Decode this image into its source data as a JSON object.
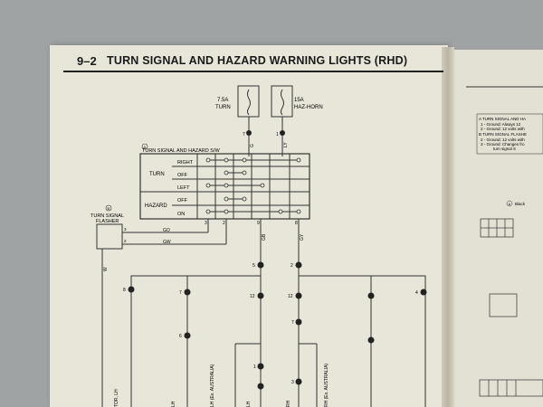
{
  "header": {
    "page_number": "9–2",
    "title": "TURN SIGNAL AND HAZARD WARNING LIGHTS (RHD)"
  },
  "fuses": [
    {
      "rating": "7.5A",
      "name": "TURN",
      "pin": "7"
    },
    {
      "rating": "15A",
      "name": "HAZ-HORN",
      "pin": "1"
    }
  ],
  "wire_colors": {
    "fuse1": "G",
    "fuse2": "LY",
    "flasher_a": "GO",
    "flasher_b": "GW",
    "left": "GB",
    "right": "GY",
    "bottom": "W"
  },
  "switch": {
    "tag": "A",
    "title": "TURN SIGNAL AND HAZARD S/W",
    "groups": [
      {
        "label": "TURN",
        "rows": [
          "RIGHT",
          "OFF",
          "LEFT"
        ]
      },
      {
        "label": "HAZARD",
        "rows": [
          "OFF",
          "ON"
        ]
      }
    ],
    "pins": [
      "3",
      "2",
      "9",
      "8"
    ]
  },
  "flasher": {
    "tag": "B",
    "label_1": "TURN SIGNAL",
    "label_2": "FLASHER",
    "pins": [
      "3",
      "2"
    ]
  },
  "junctions": {
    "j1": "5",
    "j2": "2",
    "j3": "12",
    "j4": "12",
    "j5": "7",
    "j6": "6",
    "j7": "7",
    "j8": "8",
    "j9": "4",
    "j10": "1",
    "j11": "3"
  },
  "bottom_labels": [
    "TOR, LH",
    "LH",
    "LH (Ex. AUSTRALIA)",
    "LH",
    "RH",
    "RH (Ex. AUSTRALIA)"
  ],
  "right_page": {
    "box_lines": [
      "A TURN SIGNAL AND HA",
      "1 - Ground: Always 12",
      "2 - Ground: 12 volts with",
      "B TURN SIGNAL FLASHE",
      "2 - Ground: 12 volts with",
      "3 - Ground: Changes fro",
      "turn signal S"
    ],
    "connector_tag": "A",
    "connector_label": "Black"
  }
}
